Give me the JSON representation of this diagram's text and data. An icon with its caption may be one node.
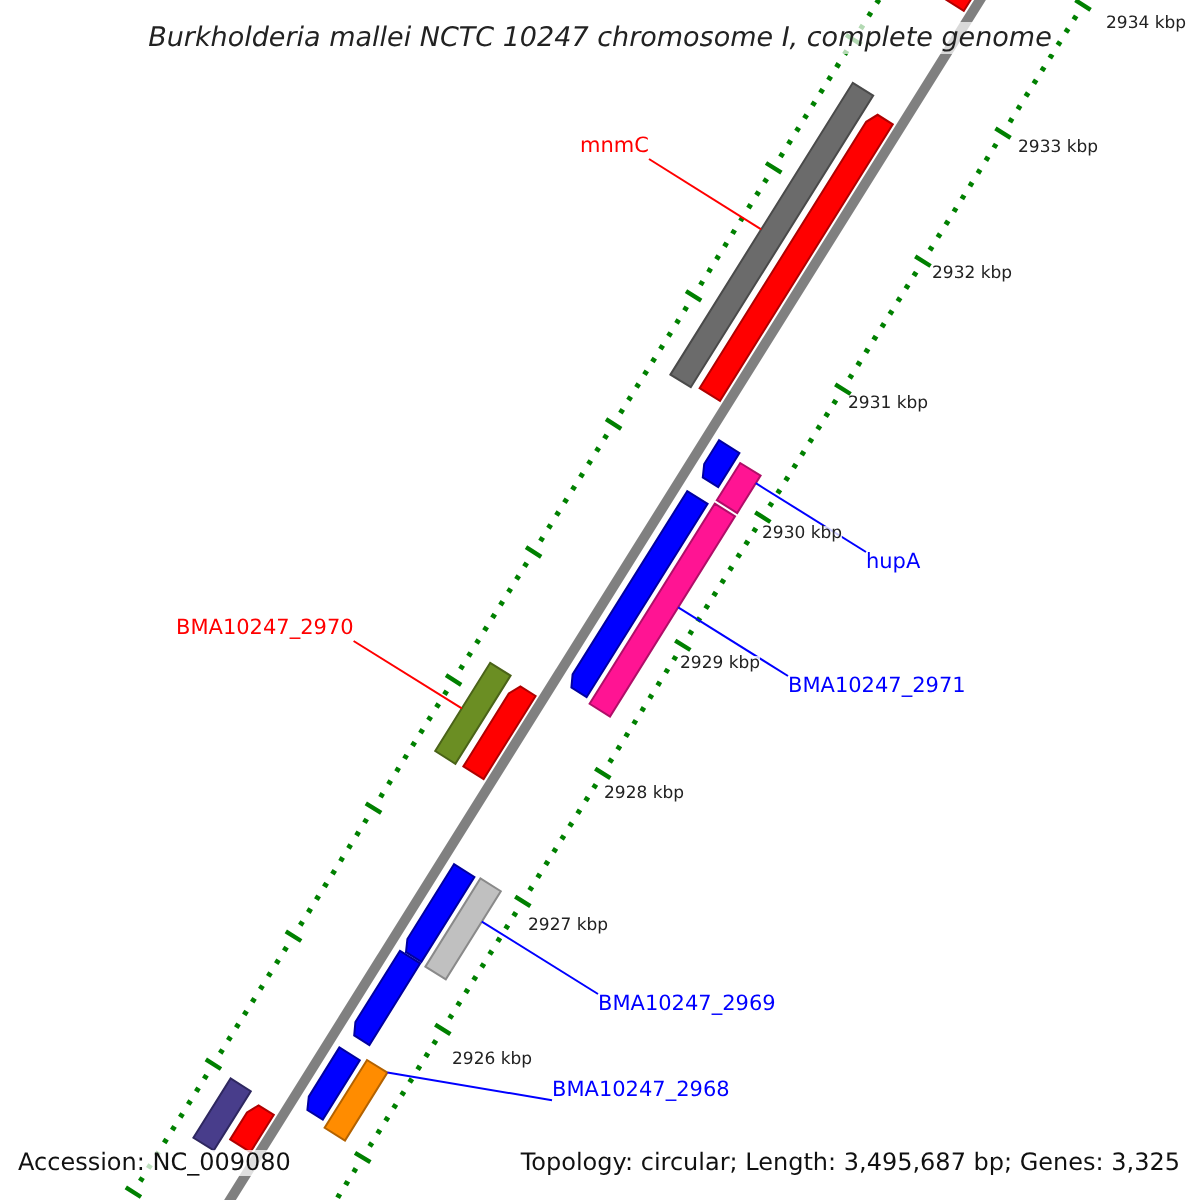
{
  "diagram": {
    "title": "Burkholderia mallei NCTC 10247 chromosome I, complete genome",
    "nodes": [
      {
        "text": [
          "mnmC"
        ]
      },
      {
        "text": [],
        "shape": "bar"
      },
      {
        "text": [
          "BMA10247_2970"
        ]
      },
      {
        "text": [],
        "shape": "bar"
      },
      {
        "text": [
          "hupA"
        ]
      },
      {
        "text": [],
        "shape": "bar"
      },
      {
        "text": [
          "BMA10247_2971"
        ]
      },
      {
        "text": [],
        "shape": "bar"
      },
      {
        "text": [
          "BMA10247_2969"
        ]
      },
      {
        "text": [],
        "shape": "bar"
      },
      {
        "text": [
          "BMA10247_2968"
        ]
      },
      {
        "text": [],
        "shape": "bar"
      },
      {
        "text": [],
        "shape": "bar"
      },
      {
        "text": [],
        "shape": "bar"
      },
      {
        "text": [],
        "shape": "bar"
      },
      {
        "text": [],
        "shape": "bar"
      },
      {
        "text": [],
        "shape": "bar"
      },
      {
        "text": [],
        "shape": "bar"
      },
      {
        "text": [],
        "shape": "bar"
      },
      {
        "text": [],
        "shape": "bar"
      },
      {
        "text": [],
        "shape": "bar"
      },
      {
        "text": [],
        "shape": "bar"
      }
    ],
    "edges": [
      {
        "from": 0,
        "to": 1,
        "arrow": "none",
        "color": "#ff0000"
      },
      {
        "from": 2,
        "to": 3,
        "arrow": "none",
        "color": "#ff0000"
      },
      {
        "from": 4,
        "to": 5,
        "arrow": "none"
      },
      {
        "from": 6,
        "to": 7,
        "arrow": "none"
      },
      {
        "from": 8,
        "to": 9,
        "arrow": "none"
      },
      {
        "from": 10,
        "to": 11,
        "arrow": "none"
      }
    ],
    "labels": [
      "2934 kbp",
      "2933 kbp",
      "2932 kbp",
      "2931 kbp",
      "2930 kbp",
      "2929 kbp",
      "2928 kbp",
      "2927 kbp",
      "2926 kbp",
      "Accession: NC_009080",
      "Topology: circular; Length: 3,495,687 bp; Genes: 3,325"
    ]
  }
}
